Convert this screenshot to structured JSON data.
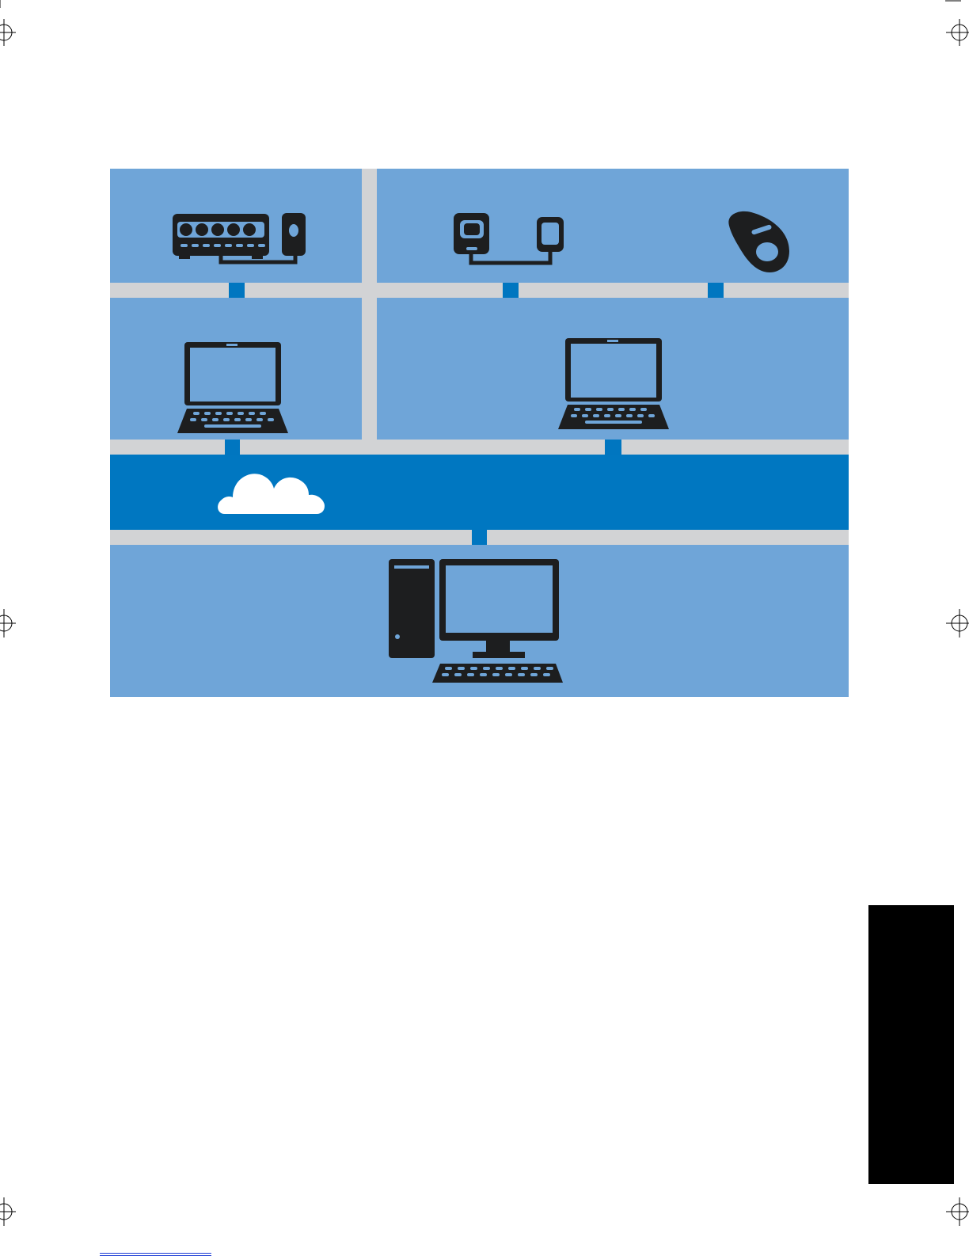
{
  "page": {
    "background": "#ffffff"
  },
  "diagram": {
    "colors": {
      "tile": "#6fa5d8",
      "rail": "#d2d3d5",
      "node": "#0076c0",
      "band": "#0077c1",
      "icon": "#1d1e1f",
      "cloud": "#ffffff",
      "tab": "#000000",
      "rule": "#1a3bd6"
    },
    "devices": [
      {
        "icon": "powerline-switch-icon"
      },
      {
        "icon": "powerline-adapter-icon"
      },
      {
        "icon": "wireless-adapter-icon"
      },
      {
        "icon": "laptop-icon"
      },
      {
        "icon": "laptop-icon"
      },
      {
        "icon": "desktop-computer-icon"
      }
    ],
    "internet": {
      "icon": "cloud-icon"
    }
  },
  "page_marks": {
    "registration_marks": 6,
    "side_tab": "black-tab",
    "footer_rule": "blue-rule"
  }
}
